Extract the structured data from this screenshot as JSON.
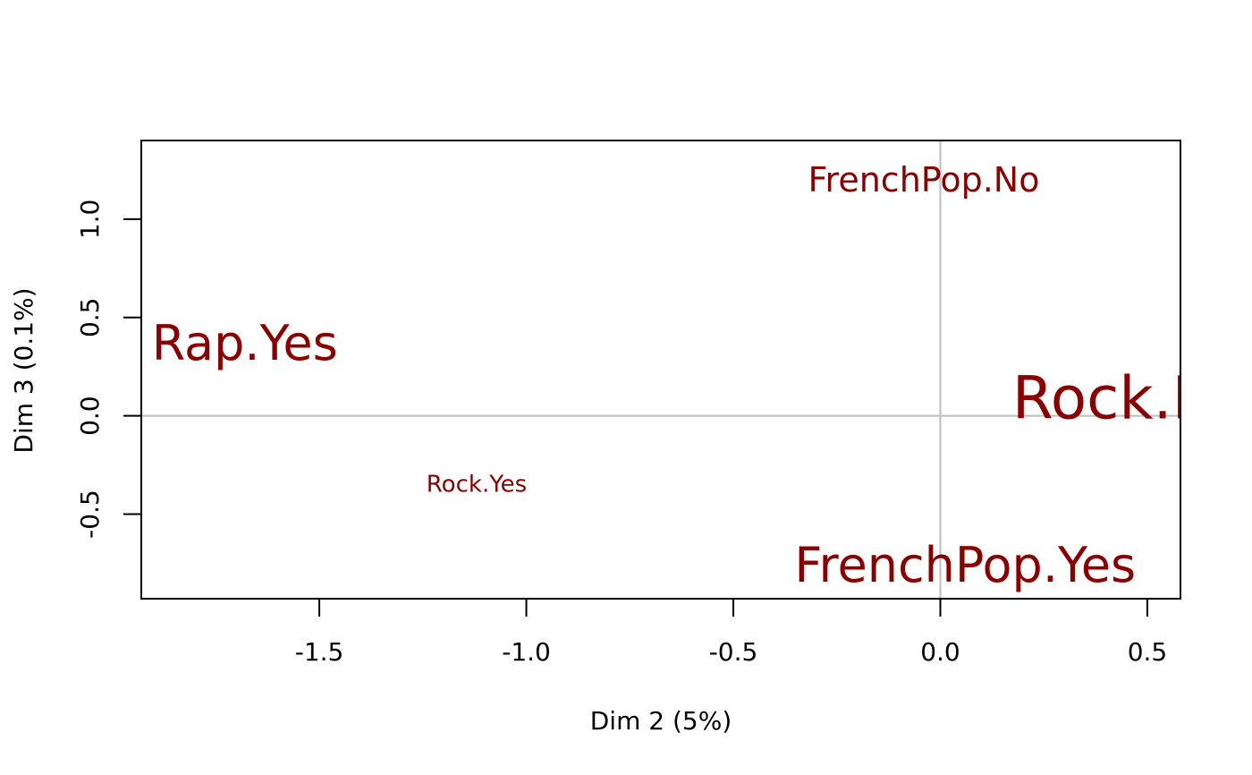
{
  "chart_data": {
    "type": "scatter",
    "title": "",
    "xlabel": "Dim 2 (5%)",
    "ylabel": "Dim 3 (0.1%)",
    "xlim": [
      -1.93,
      0.58
    ],
    "ylim": [
      -0.93,
      1.4
    ],
    "grid": false,
    "reference_lines": {
      "x": 0,
      "y": 0,
      "color": "#bebebe"
    },
    "xticks": [
      {
        "value": -1.5,
        "label": "-1.5"
      },
      {
        "value": -1.0,
        "label": "-1.0"
      },
      {
        "value": -0.5,
        "label": "-0.5"
      },
      {
        "value": 0.0,
        "label": "0.0"
      },
      {
        "value": 0.5,
        "label": "0.5"
      }
    ],
    "yticks": [
      {
        "value": -0.5,
        "label": "-0.5"
      },
      {
        "value": 0.0,
        "label": "0.0"
      },
      {
        "value": 0.5,
        "label": "0.5"
      },
      {
        "value": 1.0,
        "label": "1.0"
      }
    ],
    "label_color": "#8b0000",
    "points": [
      {
        "label": "FrenchPop.No",
        "x": -0.04,
        "y": 1.2,
        "size": "medium"
      },
      {
        "label": "Rap.Yes",
        "x": -1.68,
        "y": 0.37,
        "size": "large"
      },
      {
        "label": "Rock.No",
        "x": 0.42,
        "y": 0.09,
        "size": "xlarge",
        "display": "Rock.N"
      },
      {
        "label": "Rock.Yes",
        "x": -1.12,
        "y": -0.35,
        "size": "small"
      },
      {
        "label": "FrenchPop.Yes",
        "x": 0.06,
        "y": -0.76,
        "size": "large"
      }
    ]
  }
}
